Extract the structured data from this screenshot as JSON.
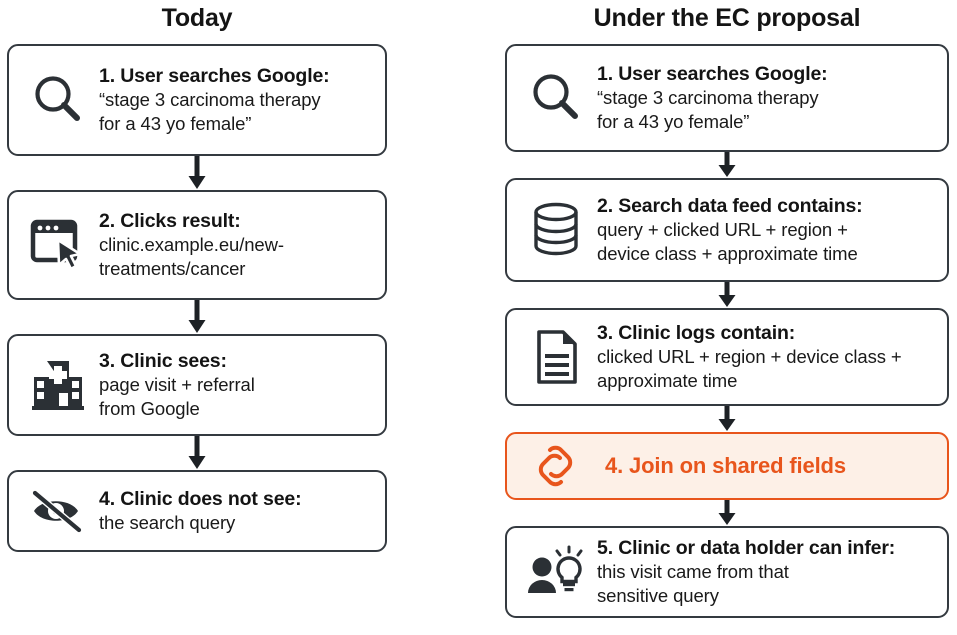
{
  "figure": {
    "background": "#ffffff",
    "accent_color": "#E8551C",
    "accent_fill": "#FDF0E7",
    "line_color": "#343a40",
    "text_color": "#141414"
  },
  "columns": [
    {
      "id": "today",
      "title": "Today",
      "steps": [
        {
          "icon": "magnifier-icon",
          "title": "1. User searches Google:",
          "detail": "“stage 3 carcinoma therapy\nfor a 43 yo female”",
          "highlight": false
        },
        {
          "icon": "browser-click-icon",
          "title": "2. Clicks result:",
          "detail": "clinic.example.eu/new-\ntreatments/cancer",
          "highlight": false
        },
        {
          "icon": "hospital-icon",
          "title": "3. Clinic sees:",
          "detail": "page visit + referral\nfrom Google",
          "highlight": false
        },
        {
          "icon": "eye-off-icon",
          "title": "4. Clinic does not see:",
          "detail": "the search query",
          "highlight": false
        }
      ]
    },
    {
      "id": "ec-proposal",
      "title": "Under the EC proposal",
      "steps": [
        {
          "icon": "magnifier-icon",
          "title": "1. User searches Google:",
          "detail": "“stage 3 carcinoma therapy\nfor a 43 yo female”",
          "highlight": false
        },
        {
          "icon": "database-icon",
          "title": "2. Search data feed contains:",
          "detail": "query + clicked URL + region +\ndevice class + approximate time",
          "highlight": false
        },
        {
          "icon": "document-icon",
          "title": "3. Clinic logs contain:",
          "detail": "clicked URL + region + device class +\napproximate time",
          "highlight": false
        },
        {
          "icon": "link-chain-icon",
          "title": "4. Join on shared fields",
          "detail": "",
          "highlight": true
        },
        {
          "icon": "person-lightbulb-icon",
          "title": "5. Clinic or data holder can infer:",
          "detail": "this visit came from that\nsensitive query",
          "highlight": false
        }
      ]
    }
  ]
}
